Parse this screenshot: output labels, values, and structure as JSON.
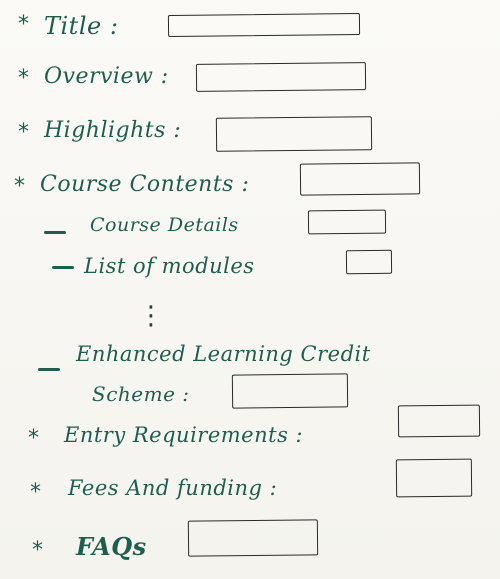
{
  "sections": [
    {
      "bullet": "*",
      "label": "Title :"
    },
    {
      "bullet": "*",
      "label": "Overview :"
    },
    {
      "bullet": "*",
      "label": "Highlights :"
    },
    {
      "bullet": "*",
      "label": "Course Contents :"
    },
    {
      "bullet": "-",
      "label": "Course Details"
    },
    {
      "bullet": "-",
      "label": "List of modules"
    },
    {
      "bullet": "-",
      "label": "Enhanced Learning Credit"
    },
    {
      "bullet": "",
      "label": "Scheme :"
    },
    {
      "bullet": "*",
      "label": "Entry Requirements :"
    },
    {
      "bullet": "*",
      "label": "Fees And funding :"
    },
    {
      "bullet": "*",
      "label": "FAQs"
    }
  ],
  "ellipsis": "⋮",
  "ink_color": "#1f5e4e"
}
